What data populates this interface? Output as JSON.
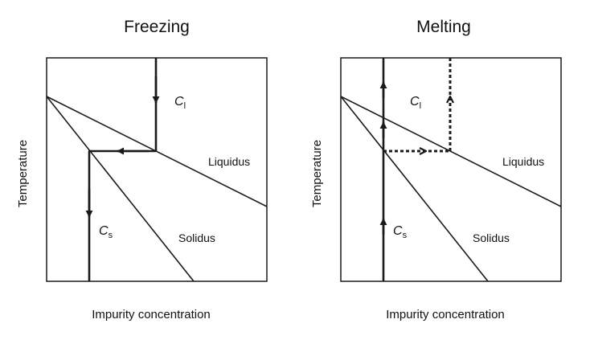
{
  "panels": [
    {
      "title": "Freezing",
      "xlabel": "Impurity concentration",
      "ylabel": "Temperature",
      "liquidus_label": "Liquidus",
      "solidus_label": "Solidus",
      "cl_symbol": "C",
      "cl_subscript": "l",
      "cs_symbol": "C",
      "cs_subscript": "s"
    },
    {
      "title": "Melting",
      "xlabel": "Impurity concentration",
      "ylabel": "Temperature",
      "liquidus_label": "Liquidus",
      "solidus_label": "Solidus",
      "cl_symbol": "C",
      "cl_subscript": "l",
      "cs_symbol": "C",
      "cs_subscript": "s"
    }
  ],
  "colors": {
    "line": "#1a1a1a",
    "background": "#ffffff"
  }
}
